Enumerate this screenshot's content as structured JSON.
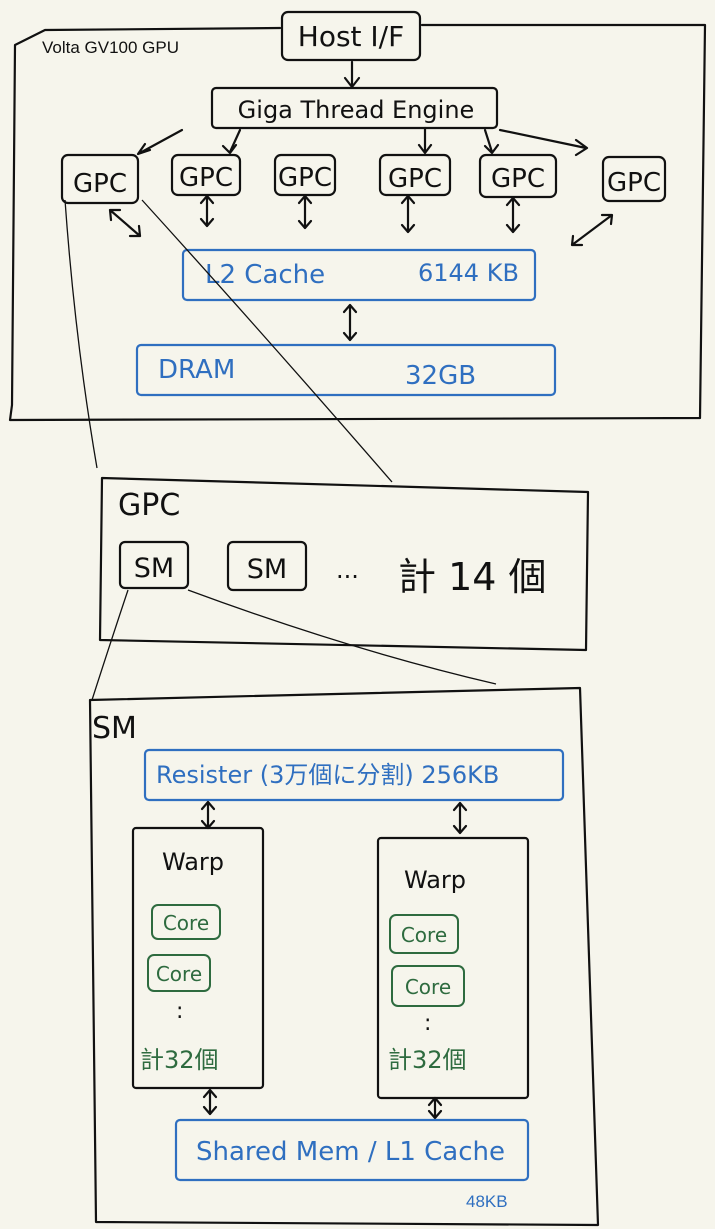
{
  "gpu": {
    "title": "Volta GV100 GPU",
    "host_if": "Host I/F",
    "giga_thread": "Giga Thread Engine",
    "gpc_label": "GPC",
    "l2": {
      "label": "L2  Cache",
      "size": "6144 KB"
    },
    "dram": {
      "label": "DRAM",
      "size": "32GB"
    }
  },
  "gpc_detail": {
    "title": "GPC",
    "sm_label": "SM",
    "dots": "...",
    "count": "計 14 個"
  },
  "sm_detail": {
    "title": "SM",
    "register": "Resister (3万個に分割) 256KB",
    "warp_label": "Warp",
    "core_label": "Core",
    "vdots": ":",
    "warp_count": "計32個",
    "shared": "Shared  Mem / L1 Cache",
    "shared_size": "48KB"
  },
  "colors": {
    "ink": "#111111",
    "blue": "#2f6fc0",
    "green": "#2e6b3f",
    "paper": "#f6f5ec"
  }
}
